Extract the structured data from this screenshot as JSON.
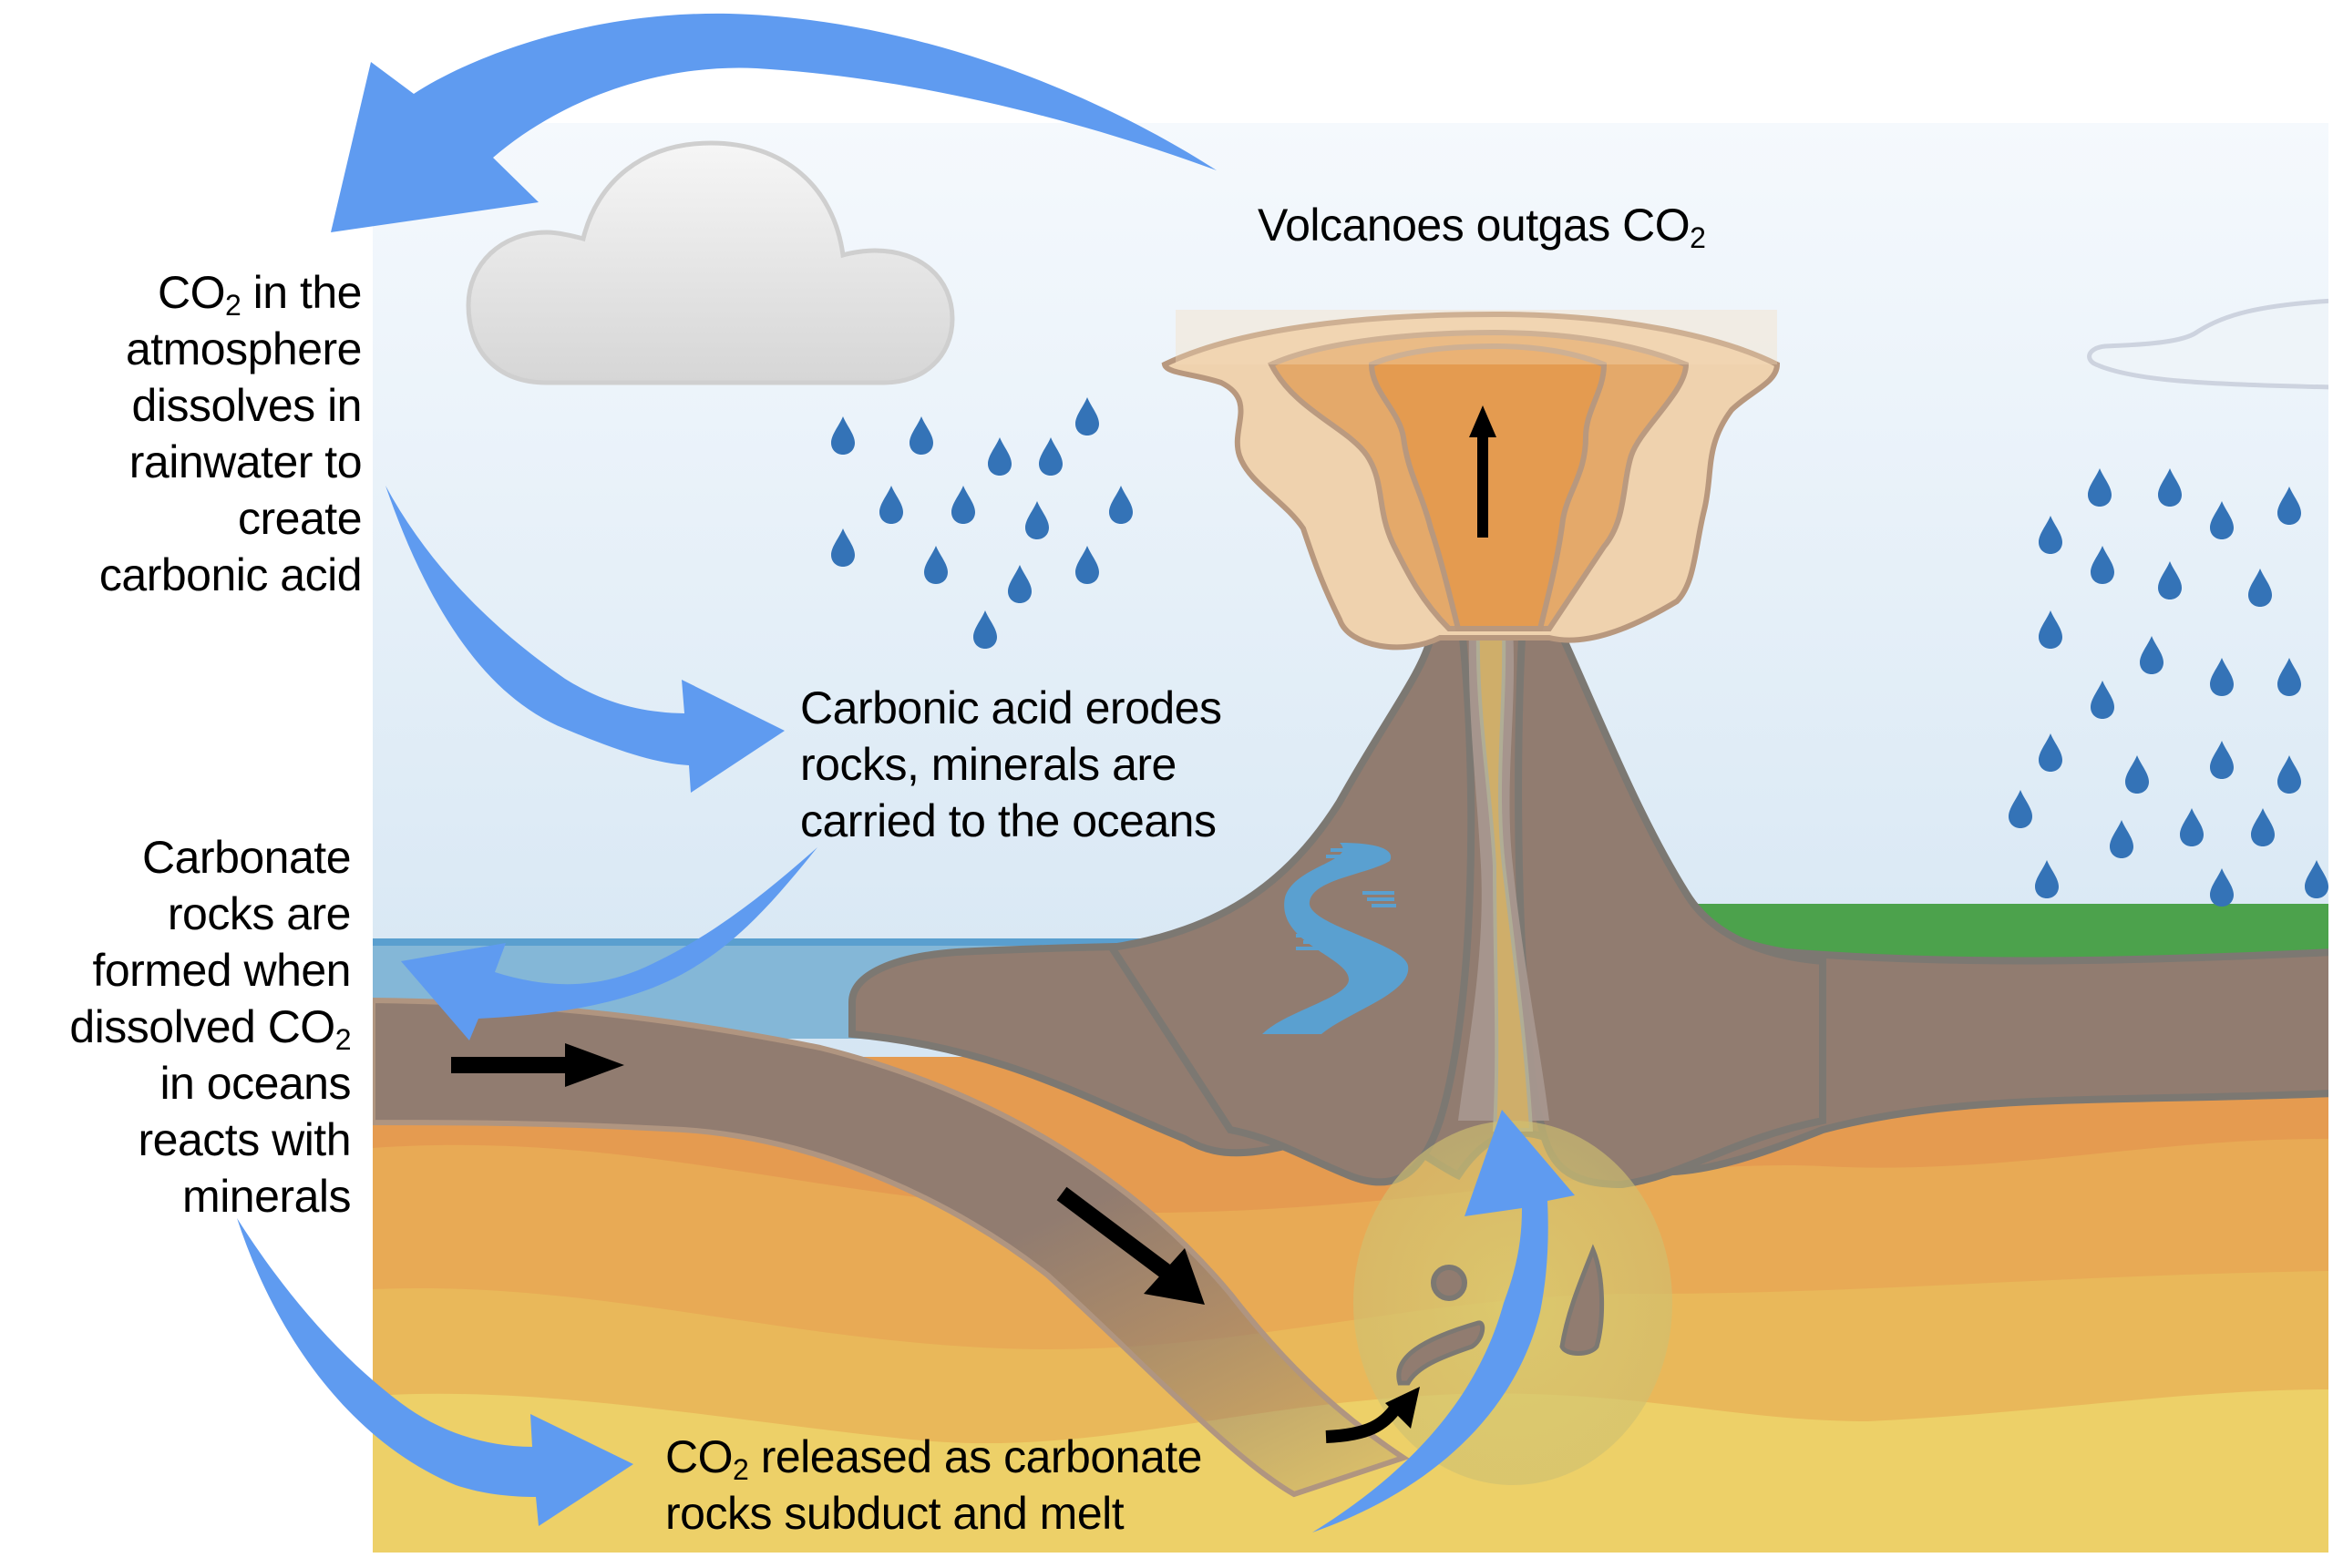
{
  "title": "Carbonate-silicate (long-term carbon) cycle",
  "colors": {
    "sky_top": "#f4f8fc",
    "sky_bottom": "#c6ddee",
    "cycle_arrow": "#5f9bf0",
    "raindrop": "#3473b7",
    "cloud_fill": "#e6e6e6",
    "cloud_stroke": "#cfcfcf",
    "ocean": "#84b7d7",
    "ocean_surface": "#5a9fcf",
    "river": "#5aa0d0",
    "land": "#4ca24c",
    "plate": "#917c70",
    "plate_outline": "#7c7872",
    "mantle_1": "#e59b50",
    "mantle_2": "#e8aa55",
    "mantle_3": "#e9b85a",
    "mantle_4": "#edd068",
    "magma_glow": "#d3c471",
    "plume_outer": "#efd2ae",
    "plume_mid": "#e4a767",
    "plume_core": "#e49b50",
    "motion_arrow": "#000000"
  },
  "labels": {
    "atmosphere": {
      "lines": [
        {
          "pre": "CO",
          "sub": "2",
          "post": " in the"
        },
        {
          "pre": "atmosphere",
          "sub": "",
          "post": ""
        },
        {
          "pre": "dissolves in",
          "sub": "",
          "post": ""
        },
        {
          "pre": "rainwater to",
          "sub": "",
          "post": ""
        },
        {
          "pre": "create",
          "sub": "",
          "post": ""
        },
        {
          "pre": "carbonic acid",
          "sub": "",
          "post": ""
        }
      ]
    },
    "volcano": {
      "lines": [
        {
          "pre": "Volcanoes outgas CO",
          "sub": "2",
          "post": ""
        }
      ]
    },
    "erosion": {
      "lines": [
        {
          "pre": "Carbonic acid erodes",
          "sub": "",
          "post": ""
        },
        {
          "pre": "rocks, minerals are",
          "sub": "",
          "post": ""
        },
        {
          "pre": "carried to the oceans",
          "sub": "",
          "post": ""
        }
      ]
    },
    "carbonate": {
      "lines": [
        {
          "pre": "Carbonate",
          "sub": "",
          "post": ""
        },
        {
          "pre": "rocks are",
          "sub": "",
          "post": ""
        },
        {
          "pre": "formed when",
          "sub": "",
          "post": ""
        },
        {
          "pre": "dissolved CO",
          "sub": "2",
          "post": ""
        },
        {
          "pre": "in oceans",
          "sub": "",
          "post": ""
        },
        {
          "pre": "reacts with",
          "sub": "",
          "post": ""
        },
        {
          "pre": "minerals",
          "sub": "",
          "post": ""
        }
      ]
    },
    "subduction": {
      "lines": [
        {
          "pre": "CO",
          "sub": "2",
          "post": " released as carbonate"
        },
        {
          "pre": "rocks subduct and melt",
          "sub": "",
          "post": ""
        }
      ]
    }
  },
  "icons": {
    "cycle_arrows": [
      "volcano-to-atmosphere-arrow",
      "atmosphere-to-erosion-arrow",
      "erosion-to-ocean-arrow",
      "ocean-to-subduction-arrow",
      "magma-to-volcano-arrow"
    ],
    "motion_arrows": [
      "plate-motion-right-arrow",
      "plate-subduct-arrow",
      "melt-rise-arrow",
      "plume-rise-arrow"
    ],
    "weather": [
      "cloud-icon",
      "raindrop-icon"
    ]
  }
}
